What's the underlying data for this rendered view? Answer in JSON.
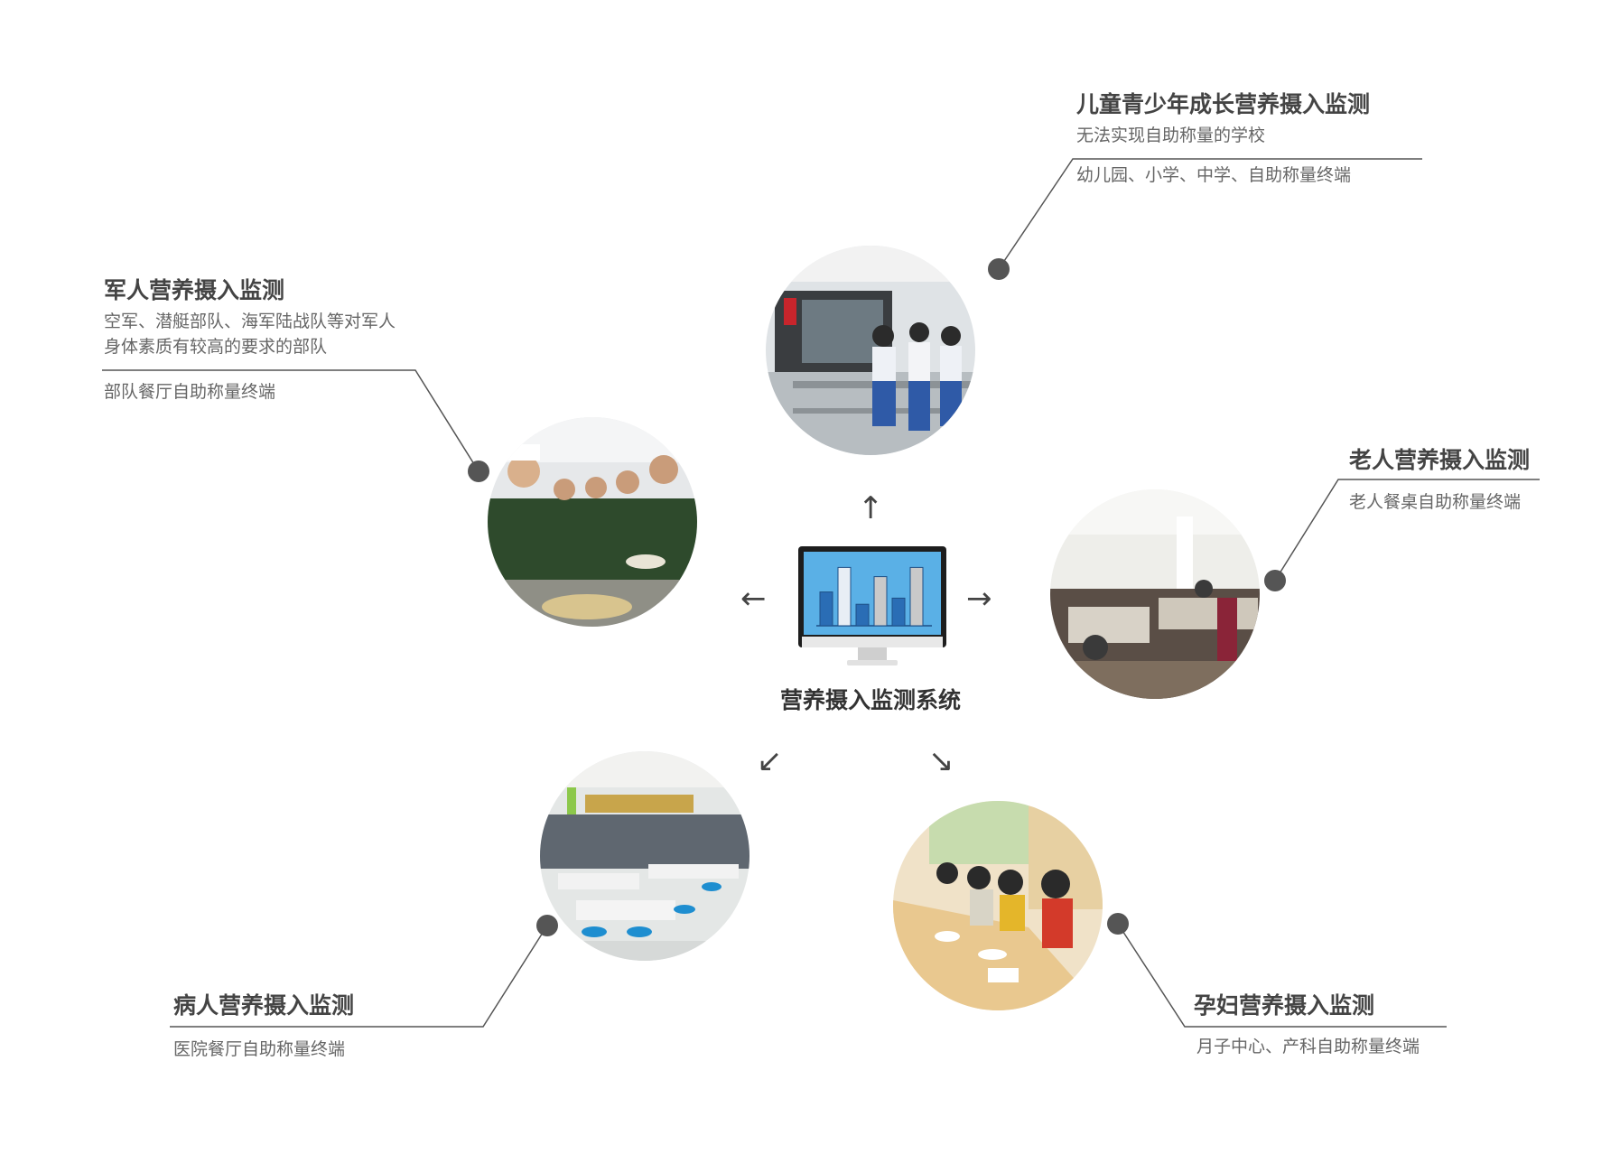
{
  "center": {
    "label": "营养摄入监测系统",
    "monitor_icon": "monitor-bar-chart-icon",
    "bars": [
      0.55,
      0.95,
      0.35,
      0.8,
      0.45,
      0.95
    ],
    "bar_colors": [
      "#2a6db5",
      "#e8eef5",
      "#2a6db5",
      "#c9c9c9",
      "#2a6db5",
      "#c9c9c9"
    ],
    "screen_color": "#5ab0e6"
  },
  "nodes": {
    "children": {
      "title": "儿童青少年成长营养摄入监测",
      "desc1": "无法实现自助称量的学校",
      "desc2": "幼儿园、小学、中学、自助称量终端",
      "photo": "school-canteen-photo"
    },
    "military": {
      "title": "军人营养摄入监测",
      "desc1": "空军、潜艇部队、海军陆战队等对军人",
      "desc1b": "身体素质有较高的要求的部队",
      "desc2": "部队餐厅自助称量终端",
      "photo": "military-canteen-photo"
    },
    "elderly": {
      "title": "老人营养摄入监测",
      "desc1": "老人餐桌自助称量终端",
      "photo": "elderly-dining-hall-photo"
    },
    "patient": {
      "title": "病人营养摄入监测",
      "desc1": "医院餐厅自助称量终端",
      "photo": "hospital-canteen-photo"
    },
    "pregnant": {
      "title": "孕妇营养摄入监测",
      "desc1": "月子中心、产科自助称量终端",
      "photo": "maternity-dining-photo"
    }
  },
  "colors": {
    "line": "#555555",
    "dot": "#555555",
    "title": "#444444",
    "desc": "#666666"
  }
}
